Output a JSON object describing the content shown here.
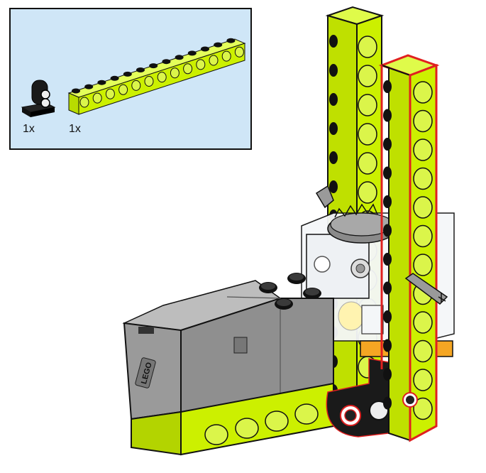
{
  "parts_list": {
    "items": [
      {
        "part": "technic-pin-connector-perpendicular-icon",
        "quantity": "1x",
        "color": "#111111"
      },
      {
        "part": "technic-beam-13-icon",
        "quantity": "1x",
        "color": "#ccf000"
      }
    ]
  },
  "model": {
    "motor_logo": "LEGO",
    "colors": {
      "lime": "#ccf000",
      "outline": "#111111",
      "highlight": "#e02020",
      "motor_grey": "#8f8f8f",
      "motor_dark": "#6f6f6f",
      "transparent_block": "#f2f4f6",
      "orange_plate": "#f5a623",
      "gear_grey": "#8a8a8a",
      "axle_grey": "#9a9a9a",
      "black_connector": "#111111"
    }
  }
}
